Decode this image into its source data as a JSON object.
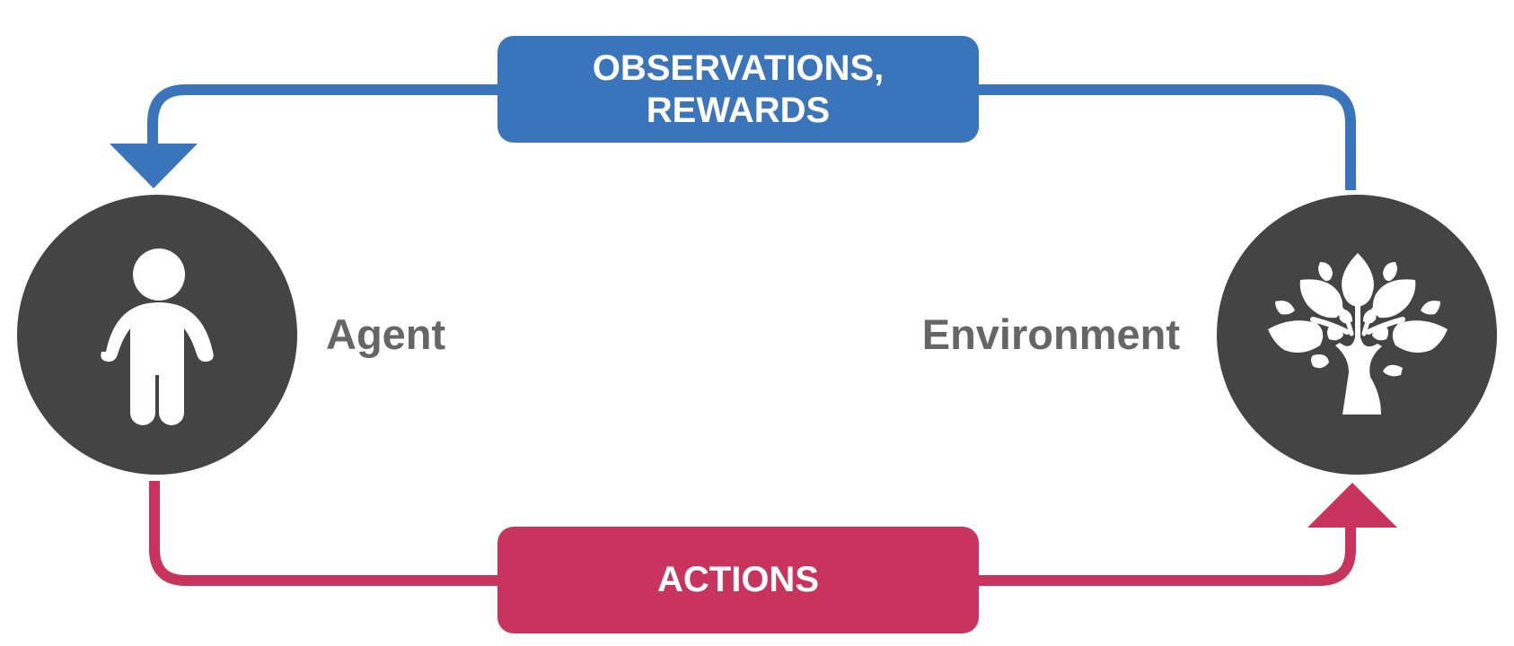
{
  "agent": {
    "label": "Agent",
    "icon": "person-icon"
  },
  "environment": {
    "label": "Environment",
    "icon": "tree-icon"
  },
  "observations_box": {
    "line1": "OBSERVATIONS,",
    "line2": "REWARDS"
  },
  "actions_box": {
    "label": "ACTIONS"
  },
  "colors": {
    "observations": "#3A74BB",
    "actions": "#C9345E",
    "node_fill": "#444444",
    "label_text": "#666666",
    "icon": "#FFFFFF"
  }
}
